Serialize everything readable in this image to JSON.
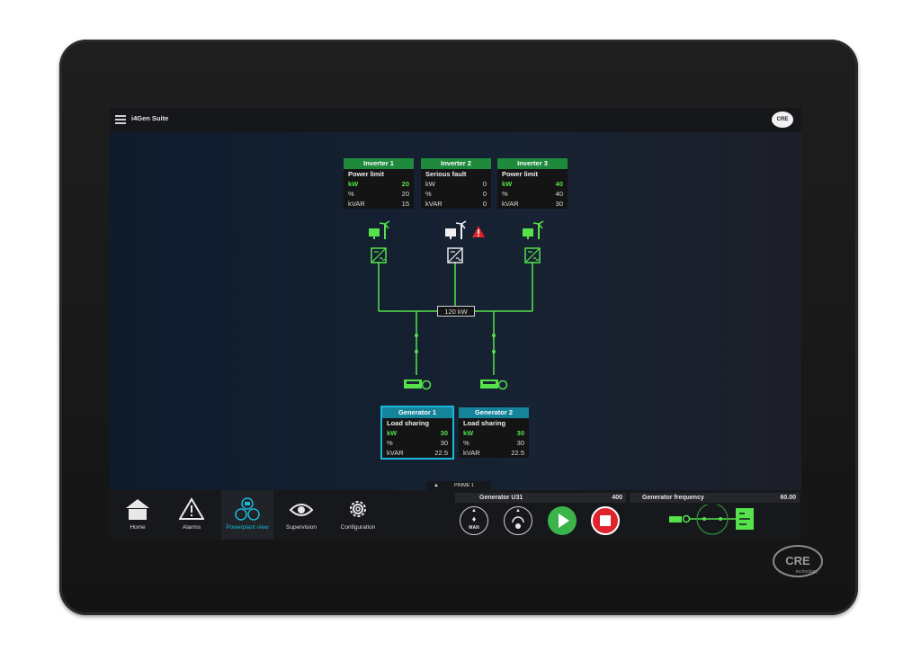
{
  "app": {
    "title": "i4Gen Suite",
    "logo_text": "CRE"
  },
  "inverters": [
    {
      "name": "Inverter 1",
      "status": "Power limit",
      "rows": [
        {
          "label": "kW",
          "value": "20",
          "highlight": true
        },
        {
          "label": "%",
          "value": "20",
          "highlight": false
        },
        {
          "label": "kVAR",
          "value": "15",
          "highlight": false
        }
      ]
    },
    {
      "name": "Inverter 2",
      "status": "Serious fault",
      "rows": [
        {
          "label": "kW",
          "value": "0",
          "highlight": false
        },
        {
          "label": "%",
          "value": "0",
          "highlight": false
        },
        {
          "label": "kVAR",
          "value": "0",
          "highlight": false
        }
      ]
    },
    {
      "name": "Inverter 3",
      "status": "Power limit",
      "rows": [
        {
          "label": "kW",
          "value": "40",
          "highlight": true
        },
        {
          "label": "%",
          "value": "40",
          "highlight": false
        },
        {
          "label": "kVAR",
          "value": "30",
          "highlight": false
        }
      ]
    }
  ],
  "bus": {
    "power": "120 kW"
  },
  "generators": [
    {
      "name": "Generator 1",
      "status": "Load sharing",
      "rows": [
        {
          "label": "kW",
          "value": "30",
          "highlight": true
        },
        {
          "label": "%",
          "value": "30",
          "highlight": false
        },
        {
          "label": "kVAR",
          "value": "22.5",
          "highlight": false
        }
      ]
    },
    {
      "name": "Generator 2",
      "status": "Load sharing",
      "rows": [
        {
          "label": "kW",
          "value": "30",
          "highlight": true
        },
        {
          "label": "%",
          "value": "30",
          "highlight": false
        },
        {
          "label": "kVAR",
          "value": "22.5",
          "highlight": false
        }
      ]
    }
  ],
  "nav": [
    {
      "id": "home",
      "label": "Home",
      "icon": "home-icon"
    },
    {
      "id": "alarms",
      "label": "Alarms",
      "icon": "warning-icon"
    },
    {
      "id": "powerplant",
      "label": "Powerplant view",
      "icon": "powerplant-icon",
      "active": true
    },
    {
      "id": "supervision",
      "label": "Supervision",
      "icon": "eye-icon"
    },
    {
      "id": "configuration",
      "label": "Configuration",
      "icon": "gear-icon"
    }
  ],
  "mode_tab": "PRIME 1",
  "status_bar": {
    "generator_label": "Generator U31",
    "generator_value": "400",
    "frequency_label": "Generator frequency",
    "frequency_value": "60.00"
  },
  "controls": {
    "man_label": "MAN"
  },
  "colors": {
    "accent": "#19b8d9",
    "ok_green": "#55e24b",
    "header_green": "#1f8a3c",
    "header_teal": "#15839a",
    "start": "#3bb54a",
    "stop": "#e0242b",
    "fault": "#e0242b"
  }
}
